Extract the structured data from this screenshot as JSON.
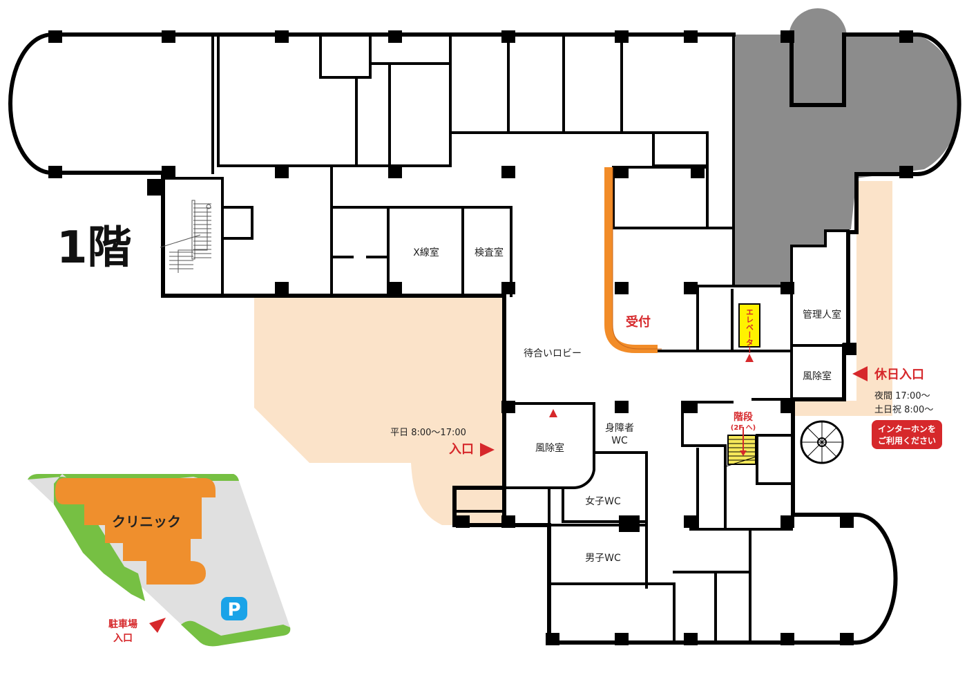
{
  "floor_label": "1階",
  "rooms": {
    "xray": "X線室",
    "exam": "検査室",
    "reception": "受付",
    "lobby": "待合いロビー",
    "elevator": "エレベーター",
    "manager": "管理人室",
    "vestibule_east": "風除室",
    "vestibule_main": "風除室",
    "accessible_wc_line1": "身障者",
    "accessible_wc_line2": "WC",
    "women_wc": "女子WC",
    "men_wc": "男子WC"
  },
  "stairs": {
    "label": "階段",
    "sub": "(2F へ)"
  },
  "main_entrance": {
    "label": "入口",
    "hours": "平日 8:00〜17:00"
  },
  "holiday_entrance": {
    "label": "休日入口",
    "hours_night": "夜間 17:00〜",
    "hours_weekend": "土日祝 8:00〜",
    "notice_line1": "インターホンを",
    "notice_line2": "ご利用ください"
  },
  "site_map": {
    "building_label": "クリニック",
    "parking_symbol": "P",
    "parking_entrance_line1": "駐車場",
    "parking_entrance_line2": "入口"
  },
  "colors": {
    "outdoor_area": "#fbe3c9",
    "reception_counter": "#f28c28",
    "restricted_area": "#8c8c8c",
    "elevator": "#fff200",
    "stairs": "#f5e85a",
    "accent_red": "#d6282b",
    "clinic_building": "#ef8f2d",
    "lawn": "#76c043",
    "lot": "#e0e0e0",
    "parking_sign": "#1aa3e8"
  }
}
